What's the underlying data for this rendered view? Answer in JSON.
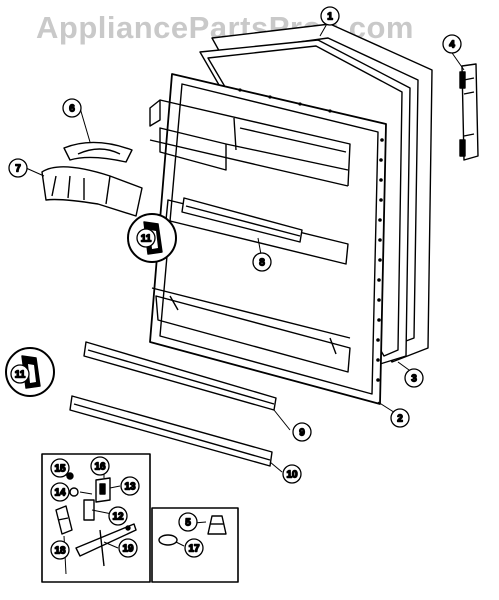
{
  "watermark": "AppliancePartsPros.com",
  "colors": {
    "line": "#000000",
    "background": "#ffffff",
    "watermark": "#c9c9c9"
  },
  "callouts": [
    {
      "id": "1",
      "label": "1"
    },
    {
      "id": "2",
      "label": "2"
    },
    {
      "id": "3",
      "label": "3"
    },
    {
      "id": "4",
      "label": "4"
    },
    {
      "id": "5",
      "label": "5"
    },
    {
      "id": "6",
      "label": "6"
    },
    {
      "id": "7",
      "label": "7"
    },
    {
      "id": "8",
      "label": "8"
    },
    {
      "id": "9",
      "label": "9"
    },
    {
      "id": "10",
      "label": "10"
    },
    {
      "id": "11a",
      "label": "11"
    },
    {
      "id": "11b",
      "label": "11"
    },
    {
      "id": "12",
      "label": "12"
    },
    {
      "id": "13",
      "label": "13"
    },
    {
      "id": "14",
      "label": "14"
    },
    {
      "id": "15",
      "label": "15"
    },
    {
      "id": "16",
      "label": "16"
    },
    {
      "id": "17",
      "label": "17"
    },
    {
      "id": "18",
      "label": "18"
    },
    {
      "id": "19",
      "label": "19"
    }
  ]
}
